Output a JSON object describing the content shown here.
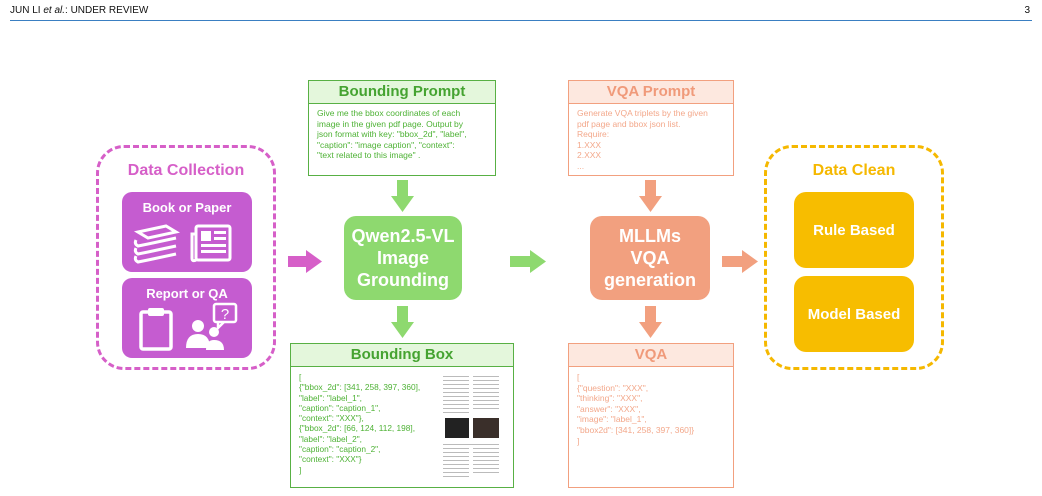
{
  "header": {
    "authors": "JUN LI",
    "etal": "et al.",
    "suffix": ": UNDER REVIEW",
    "page_number": "3"
  },
  "colors": {
    "magenta": "#c55cd0",
    "green": "#8ed96f",
    "salmon": "#f2a07f",
    "gold": "#f7bd00",
    "header_rule": "#3a7fc2"
  },
  "data_collection": {
    "title": "Data Collection",
    "cards": [
      {
        "label": "Book or Paper",
        "icons": [
          "books-icon",
          "newspaper-icon"
        ]
      },
      {
        "label": "Report or QA",
        "icons": [
          "clipboard-icon",
          "people-question-icon"
        ]
      }
    ]
  },
  "bounding_prompt": {
    "title": "Bounding Prompt",
    "text": "Give me the bbox coordinates of each\nimage in the given pdf page. Output by\njson format with key: \"bbox_2d\", \"label\",\n\"caption\": \"image caption\", \"context\":\n\"text related to this image\" ."
  },
  "grounding": {
    "label": "Qwen2.5-VL\nImage\nGrounding"
  },
  "bounding_box": {
    "title": "Bounding Box",
    "text": "[\n{\"bbox_2d\": [341, 258, 397, 360],\n \"label\": \"label_1\",\n \"caption\": \"caption_1\",\n \"context\": \"XXX\"},\n{\"bbox_2d\": [66, 124, 112, 198],\n \"label\": \"label_2\",\n \"caption\": \"caption_2\",\n \"context\": \"XXX\"}\n]"
  },
  "vqa_prompt": {
    "title": "VQA Prompt",
    "text": "Generate VQA triplets by the given\npdf page and bbox json list.\nRequire:\n1.XXX\n2.XXX\n..."
  },
  "generation": {
    "label": "MLLMs\nVQA\ngeneration"
  },
  "vqa": {
    "title": "VQA",
    "text": "[\n{\"question\": \"XXX\",\n \"thinking\": \"XXX\",\n \"answer\": \"XXX\",\n \"image\": \"label_1\",\n \"bbox2d\": [341, 258, 397, 360]}\n]"
  },
  "data_clean": {
    "title": "Data Clean",
    "items": [
      "Rule Based",
      "Model Based"
    ]
  }
}
